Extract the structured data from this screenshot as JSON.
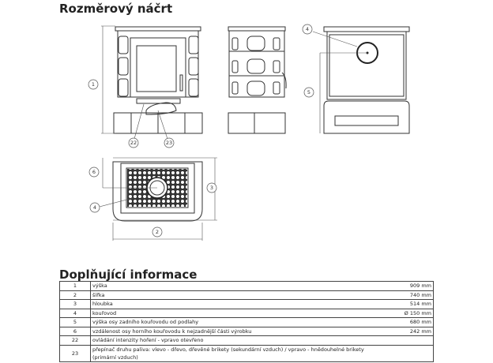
{
  "sections": {
    "sketch_title": "Rozměrový náčrt",
    "info_title": "Doplňující informace"
  },
  "callouts": {
    "height": "1",
    "width": "2",
    "depth": "3",
    "flue": "4",
    "flue_top": "4",
    "flue_height": "5",
    "flue_distance": "6",
    "combustion_control": "22",
    "fuel_switch": "23"
  },
  "table": {
    "rows": [
      {
        "num": "1",
        "desc": "výška",
        "value": "909 mm"
      },
      {
        "num": "2",
        "desc": "šířka",
        "value": "740 mm"
      },
      {
        "num": "3",
        "desc": "hloubka",
        "value": "514 mm"
      },
      {
        "num": "4",
        "desc": "kouřovod",
        "value": "Ø 150 mm"
      },
      {
        "num": "5",
        "desc": "výška osy zadního kouřovodu od podlahy",
        "value": "680 mm"
      },
      {
        "num": "6",
        "desc": "vzdálenost osy horního kouřovodu k nejzadnější části výrobku",
        "value": "242 mm"
      },
      {
        "num": "22",
        "desc": "ovládání intenzity hoření - vpravo otevřeno",
        "value": ""
      },
      {
        "num": "23",
        "desc": "přepínač druhu paliva: vlevo - dřevo, dřevěné brikety (sekundární vzduch) / vpravo - hnědouhelné brikety (primární vzduch)",
        "value": ""
      }
    ]
  }
}
